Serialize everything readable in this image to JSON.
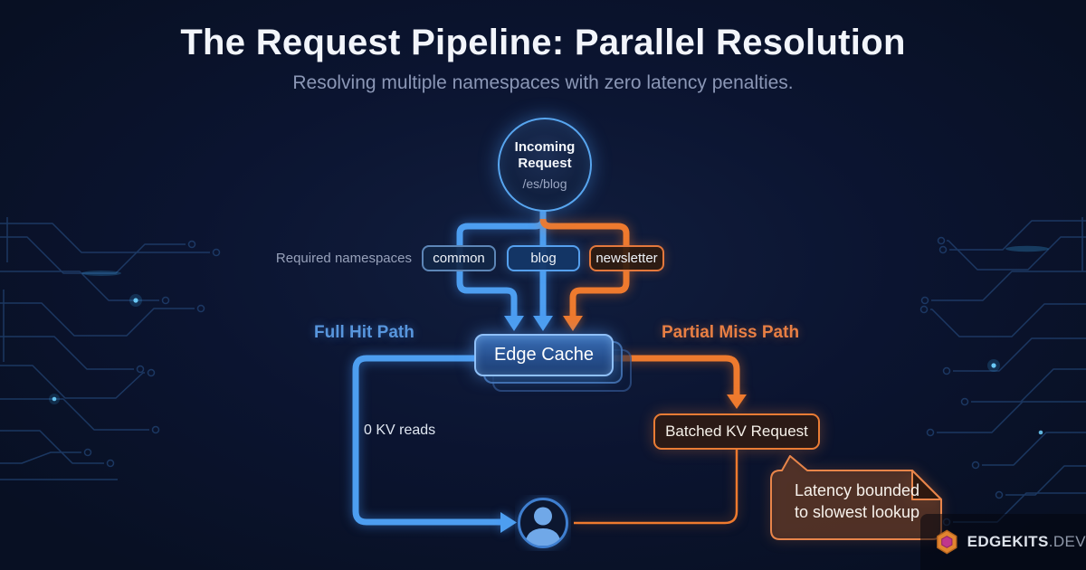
{
  "header": {
    "title": "The Request Pipeline: Parallel Resolution",
    "subtitle": "Resolving multiple namespaces with zero latency penalties."
  },
  "incoming_node": {
    "title": "Incoming Request",
    "path": "/es/blog"
  },
  "namespaces": {
    "label": "Required namespaces",
    "items": [
      "common",
      "blog",
      "newsletter"
    ]
  },
  "edge_cache": {
    "label": "Edge Cache"
  },
  "flow_paths": {
    "full_hit": {
      "label": "Full Hit Path",
      "kv_reads": "0 KV reads",
      "color": "#4d9ef0"
    },
    "partial_miss": {
      "label": "Partial Miss Path",
      "batched_request": "Batched KV Request",
      "color": "#ee7a2e"
    }
  },
  "callout": {
    "line1": "Latency bounded",
    "line2": "to slowest lookup"
  },
  "logo": {
    "name": "EDGEKITS",
    "tld": ".DEV"
  },
  "colors": {
    "background": "#0b1430",
    "blue_accent": "#4d9ef0",
    "orange_accent": "#ee7a2e",
    "title_text": "#f2f5fb",
    "subtitle_text": "#8b97b6",
    "circuit_trace": "#24487a",
    "glow_dot": "#55c8ff"
  }
}
